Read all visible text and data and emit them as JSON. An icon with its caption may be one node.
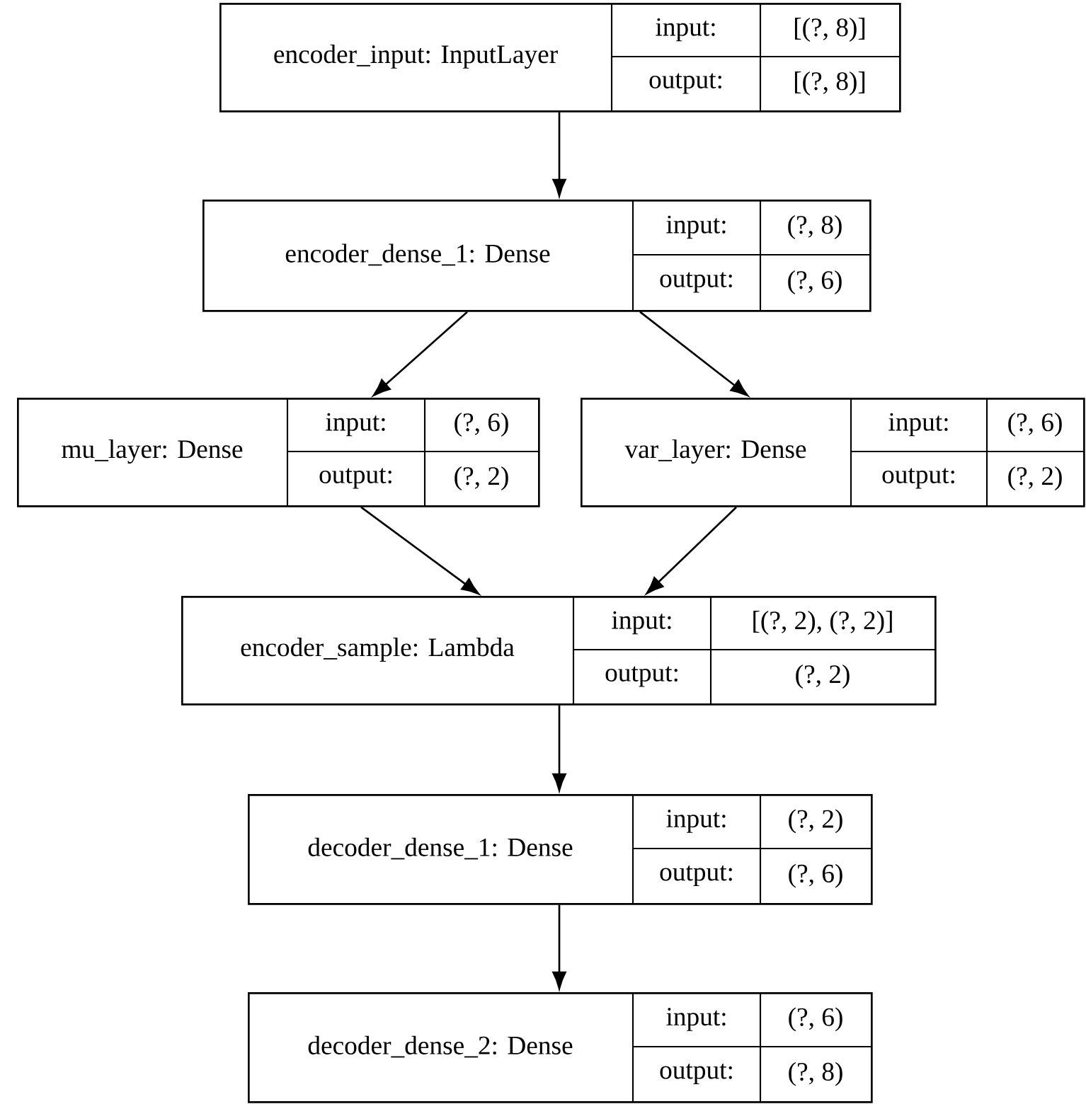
{
  "diagram": {
    "nodes": [
      {
        "text": [
          "encoder_input: InputLayer",
          "input:",
          "[(?, 8)]",
          "output:",
          "[(?, 8)]"
        ]
      },
      {
        "text": [
          "encoder_dense_1: Dense",
          "input:",
          "(?, 8)",
          "output:",
          "(?, 6)"
        ]
      },
      {
        "text": [
          "mu_layer: Dense",
          "input:",
          "(?, 6)",
          "output:",
          "(?, 2)"
        ]
      },
      {
        "text": [
          "var_layer: Dense",
          "input:",
          "(?, 6)",
          "output:",
          "(?, 2)"
        ]
      },
      {
        "text": [
          "encoder_sample: Lambda",
          "input:",
          "[(?, 2), (?, 2)]",
          "output:",
          "(?, 2)"
        ]
      },
      {
        "text": [
          "decoder_dense_1: Dense",
          "input:",
          "(?, 2)",
          "output:",
          "(?, 6)"
        ]
      },
      {
        "text": [
          "decoder_dense_2: Dense",
          "input:",
          "(?, 6)",
          "output:",
          "(?, 8)"
        ]
      }
    ],
    "edges": [
      {
        "from": 0,
        "to": 1,
        "arrow": "to"
      },
      {
        "from": 1,
        "to": 2,
        "arrow": "to"
      },
      {
        "from": 1,
        "to": 3,
        "arrow": "to"
      },
      {
        "from": 2,
        "to": 4,
        "arrow": "to"
      },
      {
        "from": 3,
        "to": 4,
        "arrow": "to"
      },
      {
        "from": 4,
        "to": 5,
        "arrow": "to"
      },
      {
        "from": 5,
        "to": 6,
        "arrow": "to"
      }
    ]
  }
}
